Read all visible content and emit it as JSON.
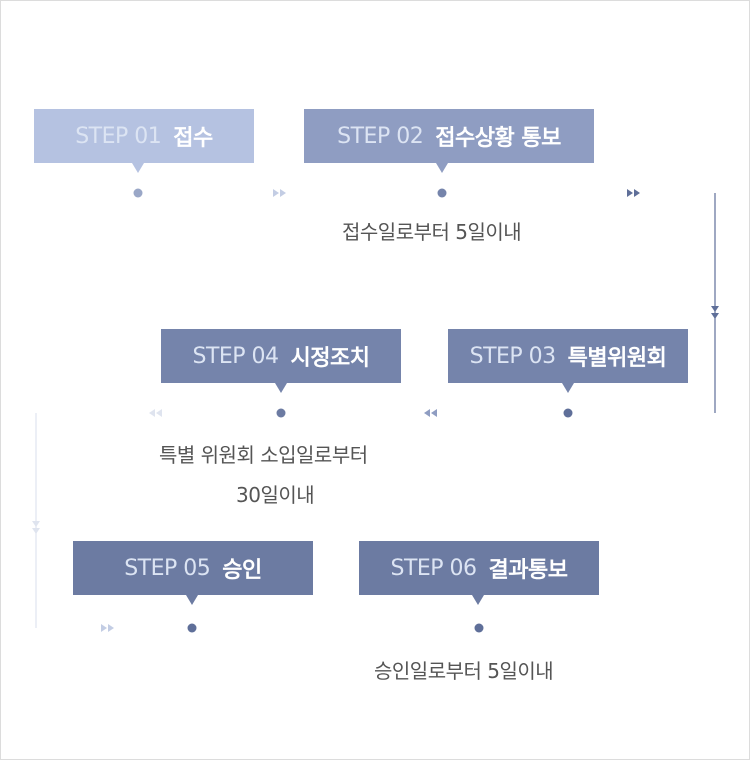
{
  "steps": [
    {
      "code": "STEP 01",
      "name": "접수"
    },
    {
      "code": "STEP 02",
      "name": "접수상황 통보"
    },
    {
      "code": "STEP 03",
      "name": "특별위원회"
    },
    {
      "code": "STEP 04",
      "name": "시정조치"
    },
    {
      "code": "STEP 05",
      "name": "승인"
    },
    {
      "code": "STEP 06",
      "name": "결과통보"
    }
  ],
  "notes": {
    "row1": "접수일로부터 5일이내",
    "row2_line1": "특별 위원회 소입일로부터",
    "row2_line2": "30일이내",
    "row3": "승인일로부터 5일이내"
  },
  "colors": {
    "line_light": "#cfd8ea",
    "line_mid": "#9aa7c7",
    "line_dark": "#5f6f99",
    "step1_bg": "#b5c2e1",
    "step2_bg": "#8f9dc2",
    "step3_bg": "#7584ab",
    "step5_bg": "#6c7ba2"
  }
}
